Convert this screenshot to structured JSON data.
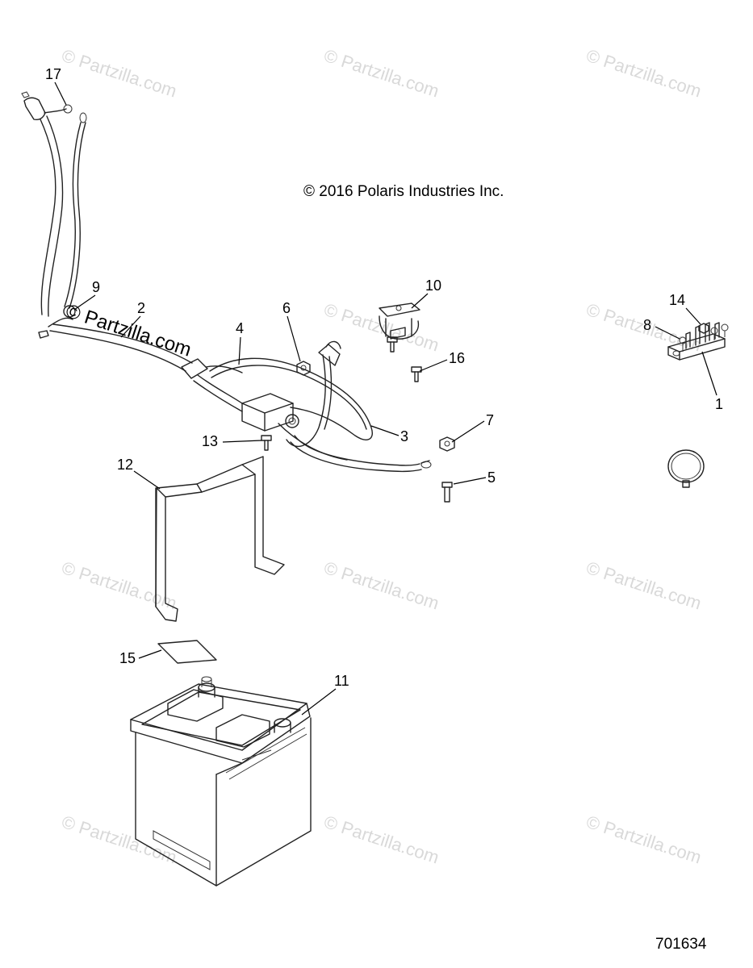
{
  "copyright": "© 2016 Polaris Industries Inc.",
  "document_number": "701634",
  "watermark": "© Partzilla.com",
  "watermark_prominent": "© Partzilla.com",
  "callouts": [
    "1",
    "2",
    "3",
    "4",
    "5",
    "6",
    "7",
    "8",
    "9",
    "10",
    "11",
    "12",
    "13",
    "14",
    "15",
    "16",
    "17"
  ]
}
